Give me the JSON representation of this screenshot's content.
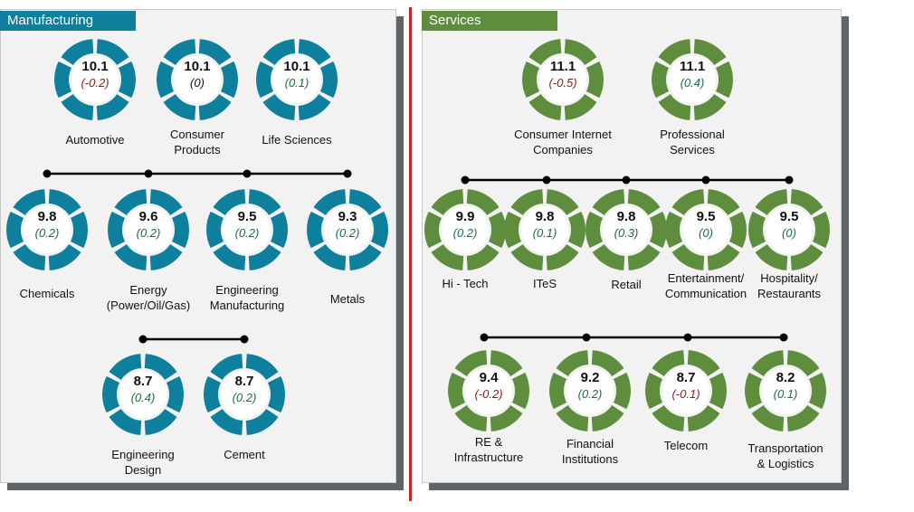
{
  "colors": {
    "manufacturing": "#0f7f9e",
    "services": "#5e8e3d",
    "divider": "#c0272d"
  },
  "manufacturing": {
    "title": "Manufacturing",
    "nodes": [
      {
        "id": "automotive",
        "score": "10.1",
        "change": "(-0.2)",
        "trend": "neg",
        "label": [
          "Automotive"
        ]
      },
      {
        "id": "consumer-products",
        "score": "10.1",
        "change": "(0)",
        "trend": "zero",
        "label": [
          "Consumer",
          "Products"
        ]
      },
      {
        "id": "life-sciences",
        "score": "10.1",
        "change": "(0.1)",
        "trend": "pos",
        "label": [
          "Life Sciences"
        ]
      },
      {
        "id": "chemicals",
        "score": "9.8",
        "change": "(0.2)",
        "trend": "pos",
        "label": [
          "Chemicals"
        ]
      },
      {
        "id": "energy",
        "score": "9.6",
        "change": "(0.2)",
        "trend": "pos",
        "label": [
          "Energy",
          "(Power/Oil/Gas)"
        ]
      },
      {
        "id": "engineering-manufacturing",
        "score": "9.5",
        "change": "(0.2)",
        "trend": "pos",
        "label": [
          "Engineering",
          "Manufacturing"
        ]
      },
      {
        "id": "metals",
        "score": "9.3",
        "change": "(0.2)",
        "trend": "pos",
        "label": [
          "Metals"
        ]
      },
      {
        "id": "engineering-design",
        "score": "8.7",
        "change": "(0.4)",
        "trend": "pos",
        "label": [
          "Engineering",
          "Design"
        ]
      },
      {
        "id": "cement",
        "score": "8.7",
        "change": "(0.2)",
        "trend": "pos",
        "label": [
          "Cement"
        ]
      }
    ]
  },
  "services": {
    "title": "Services",
    "nodes": [
      {
        "id": "consumer-internet",
        "score": "11.1",
        "change": "(-0.5)",
        "trend": "neg",
        "label": [
          "Consumer Internet",
          "Companies"
        ]
      },
      {
        "id": "professional-services",
        "score": "11.1",
        "change": "(0.4)",
        "trend": "pos",
        "label": [
          "Professional",
          "Services"
        ]
      },
      {
        "id": "hi-tech",
        "score": "9.9",
        "change": "(0.2)",
        "trend": "pos",
        "label": [
          "Hi - Tech"
        ]
      },
      {
        "id": "ites",
        "score": "9.8",
        "change": "(0.1)",
        "trend": "pos",
        "label": [
          "ITeS"
        ]
      },
      {
        "id": "retail",
        "score": "9.8",
        "change": "(0.3)",
        "trend": "pos",
        "label": [
          "Retail"
        ]
      },
      {
        "id": "entertainment",
        "score": "9.5",
        "change": "(0)",
        "trend": "pos",
        "label": [
          "Entertainment/",
          "Communication"
        ]
      },
      {
        "id": "hospitality",
        "score": "9.5",
        "change": "(0)",
        "trend": "pos",
        "label": [
          "Hospitality/",
          "Restaurants"
        ]
      },
      {
        "id": "re-infrastructure",
        "score": "9.4",
        "change": "(-0.2)",
        "trend": "neg",
        "label": [
          "RE &",
          "Infrastructure"
        ]
      },
      {
        "id": "financial-institutions",
        "score": "9.2",
        "change": "(0.2)",
        "trend": "pos",
        "label": [
          "Financial",
          "Institutions"
        ]
      },
      {
        "id": "telecom",
        "score": "8.7",
        "change": "(-0.1)",
        "trend": "neg",
        "label": [
          "Telecom"
        ]
      },
      {
        "id": "transportation",
        "score": "8.2",
        "change": "(0.1)",
        "trend": "pos",
        "label": [
          "Transportation",
          "& Logistics"
        ]
      }
    ]
  }
}
